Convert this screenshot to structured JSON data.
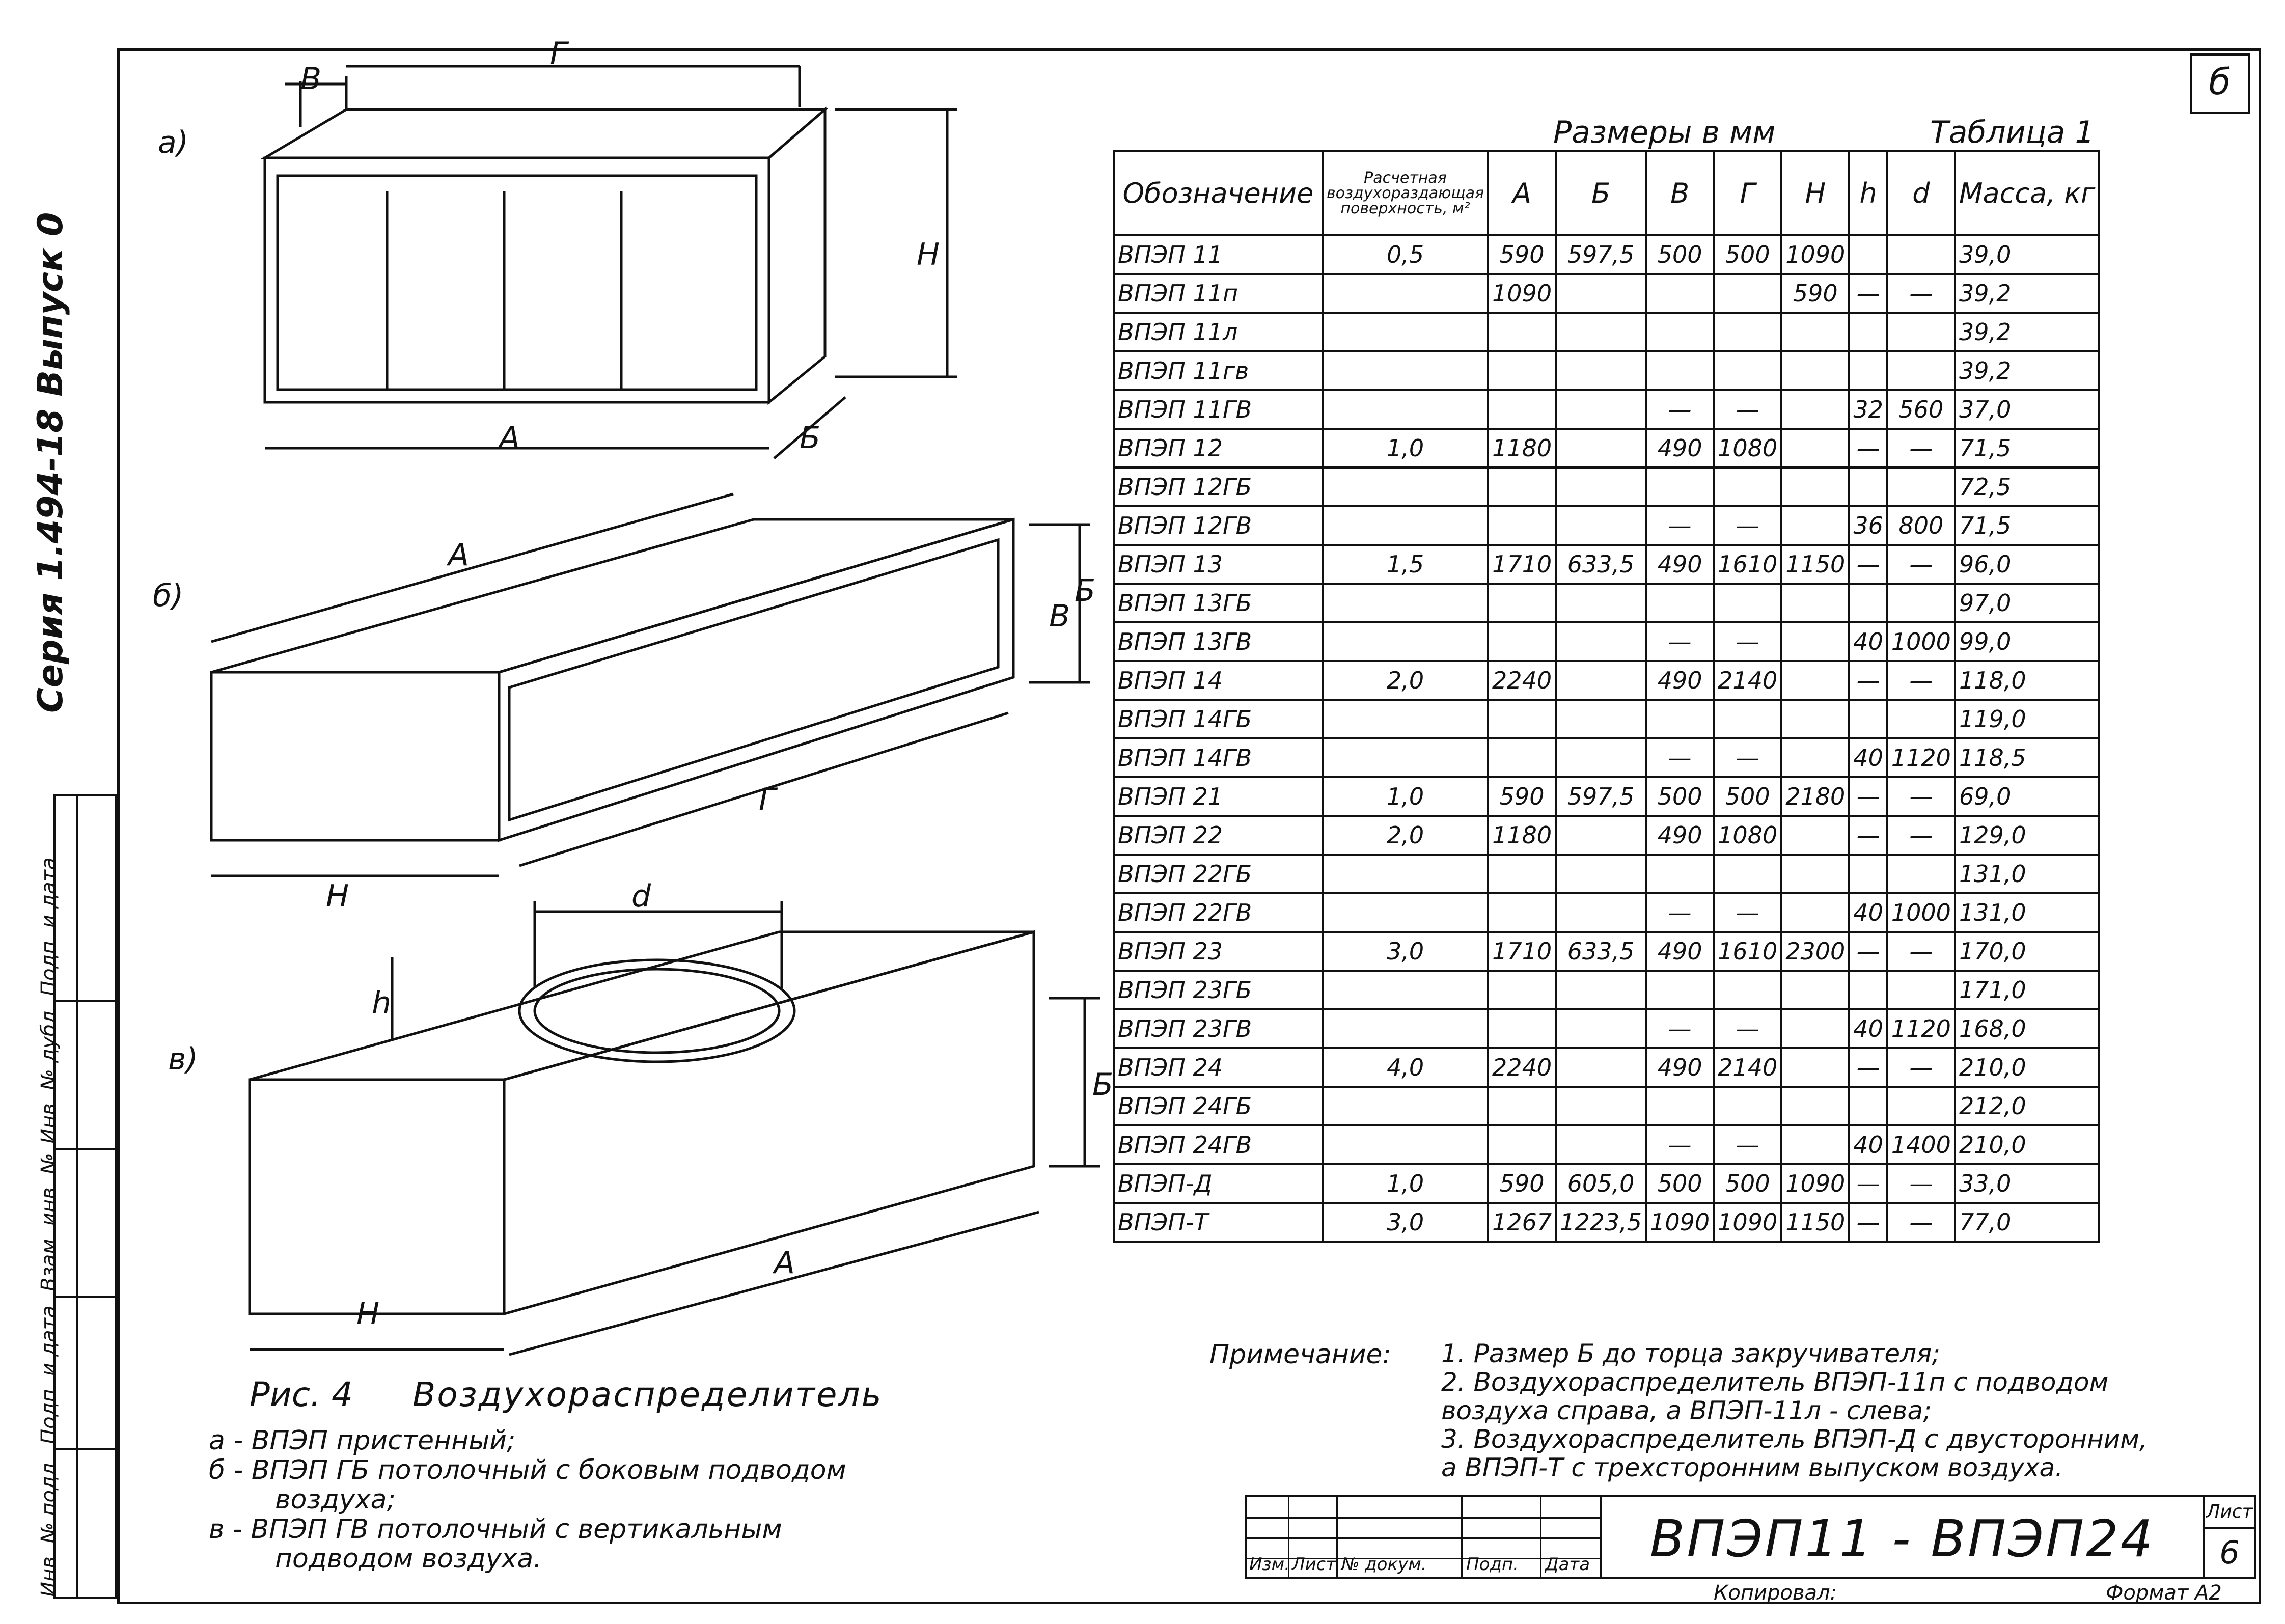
{
  "sheet_number": "б",
  "side_series": "Серия 1.494-18 Выпуск 0",
  "stamp_labels": [
    "Подп. и дата",
    "Инв. № дубл.",
    "Взам. инв. №",
    "Подп. и дата",
    "Инв. № подл."
  ],
  "dims_header": "Размеры в мм",
  "table_label": "Таблица 1",
  "table": {
    "headers": [
      "Обозначение",
      "Расчетная воздухораздающая поверхность, м²",
      "А",
      "Б",
      "В",
      "Г",
      "Н",
      "h",
      "d",
      "Масса, кг"
    ],
    "rows": [
      [
        "ВПЭП 11",
        "0,5",
        "590",
        "597,5",
        "500",
        "500",
        "1090",
        "",
        "",
        "39,0"
      ],
      [
        "ВПЭП 11п",
        "",
        "1090",
        "",
        "",
        "",
        "590",
        "—",
        "—",
        "39,2"
      ],
      [
        "ВПЭП 11л",
        "",
        "",
        "",
        "",
        "",
        "",
        "",
        "",
        "39,2"
      ],
      [
        "ВПЭП 11гв",
        "",
        "",
        "",
        "",
        "",
        "",
        "",
        "",
        "39,2"
      ],
      [
        "ВПЭП 11ГВ",
        "",
        "",
        "",
        "—",
        "—",
        "",
        "32",
        "560",
        "37,0"
      ],
      [
        "ВПЭП 12",
        "1,0",
        "1180",
        "",
        "490",
        "1080",
        "",
        "—",
        "—",
        "71,5"
      ],
      [
        "ВПЭП 12ГБ",
        "",
        "",
        "",
        "",
        "",
        "",
        "",
        "",
        "72,5"
      ],
      [
        "ВПЭП 12ГВ",
        "",
        "",
        "",
        "—",
        "—",
        "",
        "36",
        "800",
        "71,5"
      ],
      [
        "ВПЭП 13",
        "1,5",
        "1710",
        "633,5",
        "490",
        "1610",
        "1150",
        "—",
        "—",
        "96,0"
      ],
      [
        "ВПЭП 13ГБ",
        "",
        "",
        "",
        "",
        "",
        "",
        "",
        "",
        "97,0"
      ],
      [
        "ВПЭП 13ГВ",
        "",
        "",
        "",
        "—",
        "—",
        "",
        "40",
        "1000",
        "99,0"
      ],
      [
        "ВПЭП 14",
        "2,0",
        "2240",
        "",
        "490",
        "2140",
        "",
        "—",
        "—",
        "118,0"
      ],
      [
        "ВПЭП 14ГБ",
        "",
        "",
        "",
        "",
        "",
        "",
        "",
        "",
        "119,0"
      ],
      [
        "ВПЭП 14ГВ",
        "",
        "",
        "",
        "—",
        "—",
        "",
        "40",
        "1120",
        "118,5"
      ],
      [
        "ВПЭП 21",
        "1,0",
        "590",
        "597,5",
        "500",
        "500",
        "2180",
        "—",
        "—",
        "69,0"
      ],
      [
        "ВПЭП 22",
        "2,0",
        "1180",
        "",
        "490",
        "1080",
        "",
        "—",
        "—",
        "129,0"
      ],
      [
        "ВПЭП 22ГБ",
        "",
        "",
        "",
        "",
        "",
        "",
        "",
        "",
        "131,0"
      ],
      [
        "ВПЭП 22ГВ",
        "",
        "",
        "",
        "—",
        "—",
        "",
        "40",
        "1000",
        "131,0"
      ],
      [
        "ВПЭП 23",
        "3,0",
        "1710",
        "633,5",
        "490",
        "1610",
        "2300",
        "—",
        "—",
        "170,0"
      ],
      [
        "ВПЭП 23ГБ",
        "",
        "",
        "",
        "",
        "",
        "",
        "",
        "",
        "171,0"
      ],
      [
        "ВПЭП 23ГВ",
        "",
        "",
        "",
        "—",
        "—",
        "",
        "40",
        "1120",
        "168,0"
      ],
      [
        "ВПЭП 24",
        "4,0",
        "2240",
        "",
        "490",
        "2140",
        "",
        "—",
        "—",
        "210,0"
      ],
      [
        "ВПЭП 24ГБ",
        "",
        "",
        "",
        "",
        "",
        "",
        "",
        "",
        "212,0"
      ],
      [
        "ВПЭП 24ГВ",
        "",
        "",
        "",
        "—",
        "—",
        "",
        "40",
        "1400",
        "210,0"
      ],
      [
        "ВПЭП-Д",
        "1,0",
        "590",
        "605,0",
        "500",
        "500",
        "1090",
        "—",
        "—",
        "33,0"
      ],
      [
        "ВПЭП-Т",
        "3,0",
        "1267",
        "1223,5",
        "1090",
        "1090",
        "1150",
        "—",
        "—",
        "77,0"
      ]
    ]
  },
  "notes_label": "Примечание:",
  "notes": [
    "1. Размер Б до торца закручивателя;",
    "2. Воздухораспределитель ВПЭП-11п с подводом",
    "воздуха справа, а ВПЭП-11л - слева;",
    "3. Воздухораспределитель ВПЭП-Д с двусторонним,",
    "а ВПЭП-Т с трехсторонним выпуском воздуха."
  ],
  "figure": {
    "caption_no": "Рис. 4",
    "caption_title": "Воздухораспределитель",
    "legend": [
      "а - ВПЭП пристенный;",
      "б - ВПЭП ГБ потолочный с боковым подводом",
      "воздуха;",
      "в - ВПЭП ГВ потолочный с вертикальным",
      "подводом воздуха."
    ],
    "view_labels": [
      "а)",
      "б)",
      "в)"
    ],
    "dim_labels": [
      "В",
      "Г",
      "Н",
      "А",
      "Б",
      "А",
      "В",
      "Б",
      "Г",
      "Н",
      "d",
      "h",
      "Б",
      "А",
      "Н"
    ]
  },
  "title_block": {
    "designation": "ВПЭП11 - ВПЭП24",
    "columns": [
      "Изм.",
      "Лист",
      "№ докум.",
      "Подп.",
      "Дата"
    ],
    "sheet_label": "Лист",
    "sheet_value": "6",
    "copied": "Копировал: ",
    "format": "Формат А2"
  }
}
